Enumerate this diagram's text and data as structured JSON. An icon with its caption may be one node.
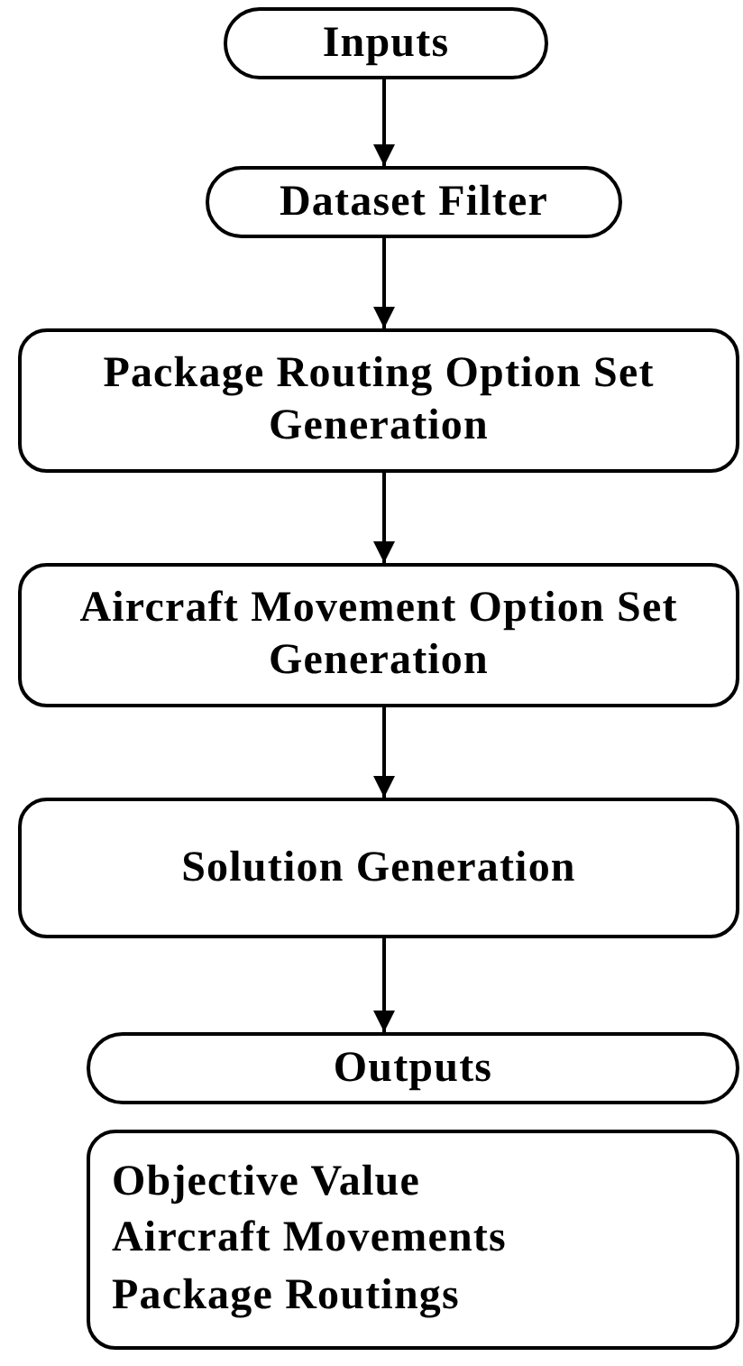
{
  "diagram": {
    "nodes": [
      {
        "text": [
          "Inputs"
        ]
      },
      {
        "text": [
          "Dataset Filter"
        ]
      },
      {
        "text": [
          "Package Routing Option Set Generation"
        ]
      },
      {
        "text": [
          "Aircraft Movement Option Set Generation"
        ]
      },
      {
        "text": [
          "Solution Generation"
        ]
      },
      {
        "text": [
          "Outputs"
        ]
      },
      {
        "text": [
          "Objective Value",
          "Aircraft Movements",
          "Package Routings"
        ]
      }
    ],
    "edges": [
      {
        "from": 0,
        "to": 1,
        "arrow": "to"
      },
      {
        "from": 1,
        "to": 2,
        "arrow": "to"
      },
      {
        "from": 2,
        "to": 3,
        "arrow": "to"
      },
      {
        "from": 3,
        "to": 4,
        "arrow": "to"
      },
      {
        "from": 4,
        "to": 5,
        "arrow": "to"
      }
    ]
  }
}
